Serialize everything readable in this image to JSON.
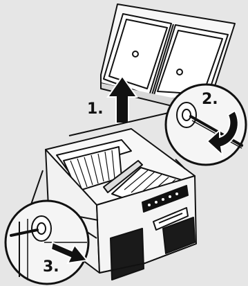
{
  "steps": {
    "step1": "1.",
    "step2": "2.",
    "step3": "3."
  },
  "colors": {
    "background": "#e6e6e6",
    "line": "#111111",
    "body_fill": "#f7f7f7",
    "dark_panel": "#1a1a1a",
    "arrow": "#111111"
  },
  "icons": {
    "lift_arrow": "arrow-up-icon",
    "rotate_arrow": "curved-arrow-icon",
    "pull_arrow": "arrow-right-icon"
  }
}
